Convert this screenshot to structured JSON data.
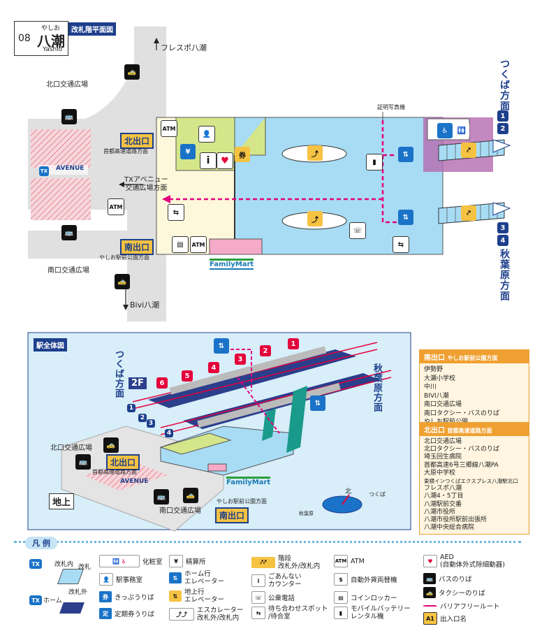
{
  "station": {
    "number": "08",
    "name": "八潮",
    "kana": "やしお",
    "romaji": "Yashio"
  },
  "floor_plan": {
    "title": "改札階平面図",
    "labels": {
      "fresupo": "フレスポ八潮",
      "north_plaza": "北口交通広場",
      "south_plaza": "南口交通広場",
      "tx_avenue": "TXアベニュー\n交通広場方面",
      "bivi": "Bivi八潮",
      "north_exit": "北出口",
      "north_exit_sub": "首都高速道路方面",
      "south_exit": "南出口",
      "south_exit_sub": "やしお駅前公園方面",
      "photo_booth": "証明写真機",
      "avenue_logo": "AVENUE",
      "familymart": "FamilyMart",
      "tsukuba_dir": "つくば方面",
      "akihabara_dir": "秋葉原方面",
      "tsukuba_platforms": [
        "1",
        "2"
      ],
      "akihabara_platforms": [
        "3",
        "4"
      ]
    }
  },
  "overview": {
    "title": "駅全体図",
    "labels": {
      "tsukuba_dir": "つくば方面",
      "akihabara_dir": "秋葉原方面",
      "floor_2f": "2F",
      "ground": "地上",
      "north_plaza": "北口交通広場",
      "south_plaza": "南口交通広場",
      "north_exit": "北出口",
      "north_exit_sub": "首都高速道路方面",
      "south_exit": "南出口",
      "south_exit_sub": "やしお駅前公園方面",
      "familymart": "FamilyMart",
      "avenue_logo": "AVENUE",
      "compass_north": "北",
      "compass_tsukuba": "つくば",
      "compass_akihabara": "秋葉原"
    },
    "cars": [
      "1",
      "2",
      "3",
      "4",
      "5",
      "6"
    ],
    "tracks": [
      "1",
      "2",
      "3",
      "4"
    ]
  },
  "destinations": [
    {
      "heading": "南出口",
      "sub": "やしお駅前公園方面",
      "items": [
        "伊勢野",
        "大瀬小学校",
        "中川",
        "BIVI八潮",
        "南口交通広場",
        "南口タクシー・バスのりば",
        "やしお駅前公園"
      ]
    },
    {
      "heading": "北出口",
      "sub": "首都高速道路方面",
      "items": [
        "北口交通広場",
        "北口タクシー・バスのりば",
        "埼玉回生病院",
        "首都高速6号三郷線八潮PA",
        "大原中学校",
        "東横インつくばエクスプレス八潮駅北口",
        "フレスポ八潮",
        "八潮4・5丁目",
        "八潮駅前交番",
        "八潮市役所",
        "八潮市役所駅前出張所",
        "八潮中央総合病院"
      ]
    }
  ],
  "legend": {
    "title": "凡 例",
    "gate_inside": "改札内",
    "gate": "改札",
    "gate_outside": "改札外",
    "home": "ホーム",
    "items": [
      {
        "icon": "restroom-icon",
        "label": "化粧室"
      },
      {
        "icon": "office-icon",
        "label": "駅事務室"
      },
      {
        "icon": "ticket-icon",
        "label": "きっぷうりば"
      },
      {
        "icon": "pass-icon",
        "label": "定期券うりば"
      },
      {
        "icon": "fare-icon",
        "label": "精算所"
      },
      {
        "icon": "elevator-home-icon",
        "label": "ホーム行\nエレベーター"
      },
      {
        "icon": "elevator-ground-icon",
        "label": "地上行\nエレベーター"
      },
      {
        "icon": "escalator-icon",
        "label": "エスカレーター\n改札外/改札内"
      },
      {
        "icon": "stairs-icon",
        "label": "階段\n改札外/改札内"
      },
      {
        "icon": "info-icon",
        "label": "ごあんない\nカウンター"
      },
      {
        "icon": "phone-icon",
        "label": "公衆電話"
      },
      {
        "icon": "meeting-icon",
        "label": "待ち合わせスポット\n/待合室"
      },
      {
        "icon": "atm-icon",
        "label": "ATM"
      },
      {
        "icon": "exchange-icon",
        "label": "自動外貨両替機"
      },
      {
        "icon": "locker-icon",
        "label": "コインロッカー"
      },
      {
        "icon": "battery-icon",
        "label": "モバイルバッテリー\nレンタル機"
      },
      {
        "icon": "aed-icon",
        "label": "AED\n(自動体外式除細動器)"
      },
      {
        "icon": "bus-icon",
        "label": "バスのりば"
      },
      {
        "icon": "taxi-icon",
        "label": "タクシーのりば"
      },
      {
        "icon": "barrier-free-icon",
        "label": "バリアフリールート"
      },
      {
        "icon": "exit-name-icon",
        "label": "出入口名"
      }
    ],
    "exit_sample": "A1"
  },
  "colors": {
    "concourse_blue": "#a8dcf5",
    "paid_green": "#d5e68a",
    "accent_navy": "#1d3f8c",
    "barrier_free": "#e3007f",
    "platform_purple": "#b46ab0",
    "exit_yellow": "#f5c242",
    "red_car": "#e4003a"
  }
}
